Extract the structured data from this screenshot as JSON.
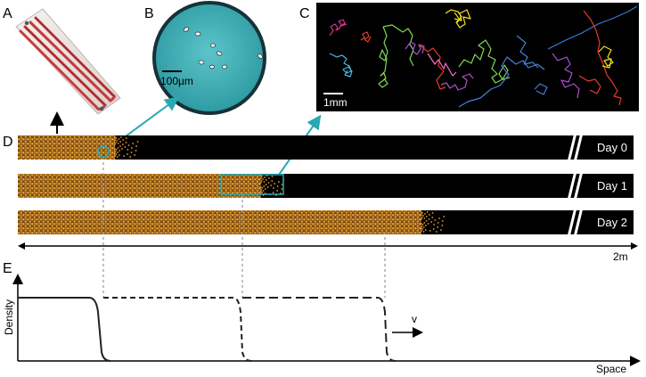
{
  "panel_labels": {
    "a": "A",
    "b": "B",
    "c": "C",
    "d": "D",
    "e": "E"
  },
  "panel_b": {
    "scale_label": "100µm"
  },
  "panel_c": {
    "scale_label": "1mm"
  },
  "panel_d": {
    "channels": [
      {
        "label": "Day 0",
        "front_fraction": 0.2
      },
      {
        "label": "Day 1",
        "front_fraction": 0.5
      },
      {
        "label": "Day 2",
        "front_fraction": 0.83
      }
    ],
    "length_label": "2m"
  },
  "panel_e": {
    "y_label": "Density",
    "x_label": "Space",
    "velocity_label": "v"
  },
  "colors": {
    "bacteria": "#e8a23a",
    "channel": "#000000",
    "teal": "#2aa9b3",
    "chip_tube": "#c43b3b"
  }
}
